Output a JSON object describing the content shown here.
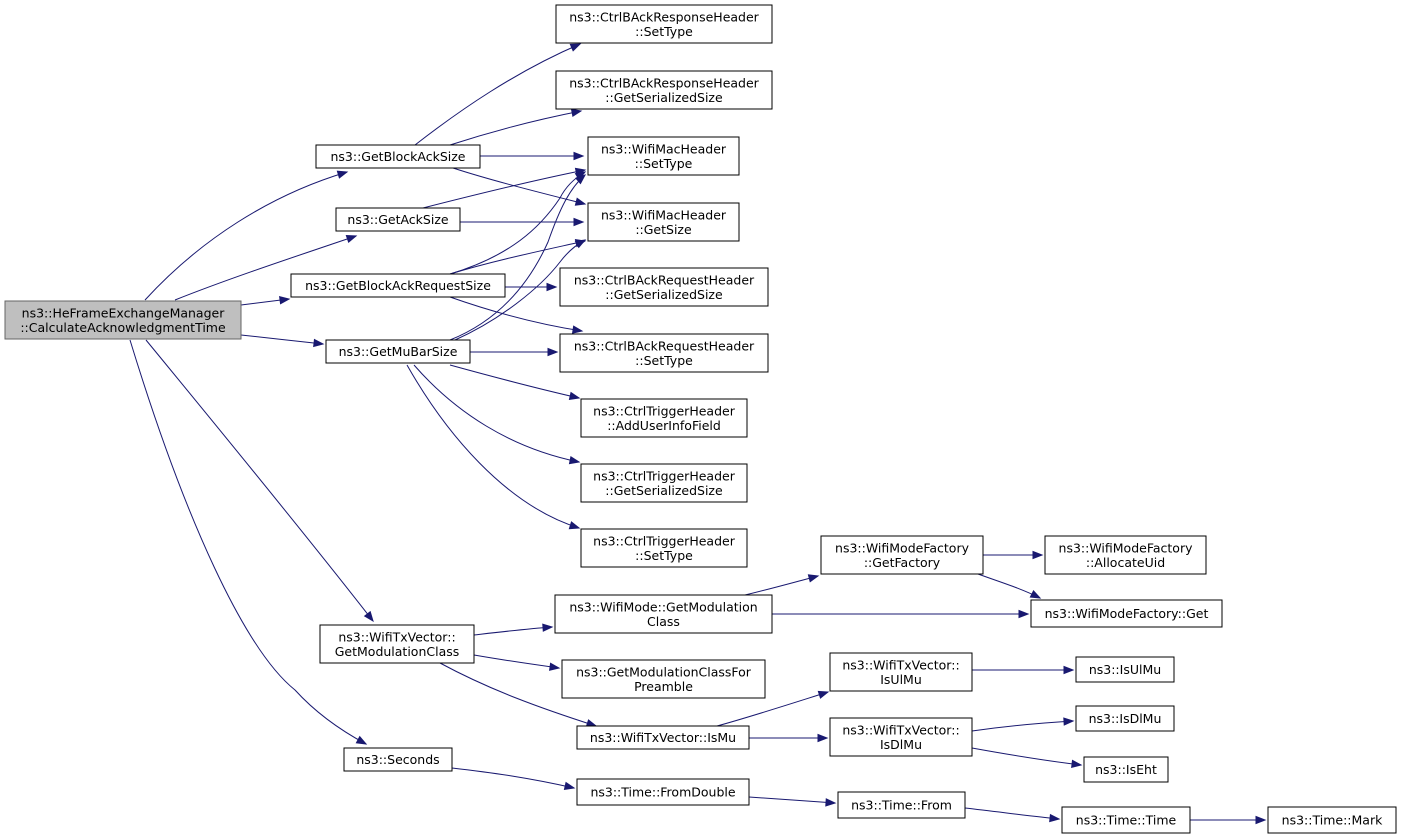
{
  "nodes": [
    {
      "id": "root",
      "lines": [
        "ns3::HeFrameExchangeManager",
        "::CalculateAcknowledgmentTime"
      ],
      "selected": true
    },
    {
      "id": "getblockacksize",
      "lines": [
        "ns3::GetBlockAckSize"
      ]
    },
    {
      "id": "getacksize",
      "lines": [
        "ns3::GetAckSize"
      ]
    },
    {
      "id": "getblockackrequestsize",
      "lines": [
        "ns3::GetBlockAckRequestSize"
      ]
    },
    {
      "id": "getmubarsize",
      "lines": [
        "ns3::GetMuBarSize"
      ]
    },
    {
      "id": "wifitxvector-getmodulationclass",
      "lines": [
        "ns3::WifiTxVector::",
        "GetModulationClass"
      ]
    },
    {
      "id": "seconds",
      "lines": [
        "ns3::Seconds"
      ]
    },
    {
      "id": "ctrlbackresp-settype",
      "lines": [
        "ns3::CtrlBAckResponseHeader",
        "::SetType"
      ]
    },
    {
      "id": "ctrlbackresp-getserializedsize",
      "lines": [
        "ns3::CtrlBAckResponseHeader",
        "::GetSerializedSize"
      ]
    },
    {
      "id": "wifimacheader-settype",
      "lines": [
        "ns3::WifiMacHeader",
        "::SetType"
      ]
    },
    {
      "id": "wifimacheader-getsize",
      "lines": [
        "ns3::WifiMacHeader",
        "::GetSize"
      ]
    },
    {
      "id": "ctrlbackreq-getserializedsize",
      "lines": [
        "ns3::CtrlBAckRequestHeader",
        "::GetSerializedSize"
      ]
    },
    {
      "id": "ctrlbackreq-settype",
      "lines": [
        "ns3::CtrlBAckRequestHeader",
        "::SetType"
      ]
    },
    {
      "id": "ctrltrigger-adduserinfofield",
      "lines": [
        "ns3::CtrlTriggerHeader",
        "::AddUserInfoField"
      ]
    },
    {
      "id": "ctrltrigger-getserializedsize",
      "lines": [
        "ns3::CtrlTriggerHeader",
        "::GetSerializedSize"
      ]
    },
    {
      "id": "ctrltrigger-settype",
      "lines": [
        "ns3::CtrlTriggerHeader",
        "::SetType"
      ]
    },
    {
      "id": "wifimode-getmodulationclass",
      "lines": [
        "ns3::WifiMode::GetModulation",
        "Class"
      ]
    },
    {
      "id": "getmodulationclassforpreamble",
      "lines": [
        "ns3::GetModulationClassFor",
        "Preamble"
      ]
    },
    {
      "id": "wifitxvector-ismu",
      "lines": [
        "ns3::WifiTxVector::IsMu"
      ]
    },
    {
      "id": "wifimodefactory-getfactory",
      "lines": [
        "ns3::WifiModeFactory",
        "::GetFactory"
      ]
    },
    {
      "id": "wifimodefactory-allocateuid",
      "lines": [
        "ns3::WifiModeFactory",
        "::AllocateUid"
      ]
    },
    {
      "id": "wifimodefactory-get",
      "lines": [
        "ns3::WifiModeFactory::Get"
      ]
    },
    {
      "id": "wifitxvector-isulmu",
      "lines": [
        "ns3::WifiTxVector::",
        "IsUlMu"
      ]
    },
    {
      "id": "wifitxvector-isdlmu",
      "lines": [
        "ns3::WifiTxVector::",
        "IsDlMu"
      ]
    },
    {
      "id": "isulmu",
      "lines": [
        "ns3::IsUlMu"
      ]
    },
    {
      "id": "isdlmu",
      "lines": [
        "ns3::IsDlMu"
      ]
    },
    {
      "id": "iseht",
      "lines": [
        "ns3::IsEht"
      ]
    },
    {
      "id": "time-fromdouble",
      "lines": [
        "ns3::Time::FromDouble"
      ]
    },
    {
      "id": "time-from",
      "lines": [
        "ns3::Time::From"
      ]
    },
    {
      "id": "time-time",
      "lines": [
        "ns3::Time::Time"
      ]
    },
    {
      "id": "time-mark",
      "lines": [
        "ns3::Time::Mark"
      ]
    }
  ],
  "edges": [
    [
      "root",
      "getblockacksize"
    ],
    [
      "root",
      "getacksize"
    ],
    [
      "root",
      "getblockackrequestsize"
    ],
    [
      "root",
      "getmubarsize"
    ],
    [
      "root",
      "wifitxvector-getmodulationclass"
    ],
    [
      "root",
      "seconds"
    ],
    [
      "getblockacksize",
      "ctrlbackresp-settype"
    ],
    [
      "getblockacksize",
      "ctrlbackresp-getserializedsize"
    ],
    [
      "getblockacksize",
      "wifimacheader-settype"
    ],
    [
      "getblockacksize",
      "wifimacheader-getsize"
    ],
    [
      "getacksize",
      "wifimacheader-settype"
    ],
    [
      "getacksize",
      "wifimacheader-getsize"
    ],
    [
      "getblockackrequestsize",
      "wifimacheader-settype"
    ],
    [
      "getblockackrequestsize",
      "wifimacheader-getsize"
    ],
    [
      "getblockackrequestsize",
      "ctrlbackreq-getserializedsize"
    ],
    [
      "getblockackrequestsize",
      "ctrlbackreq-settype"
    ],
    [
      "getmubarsize",
      "wifimacheader-settype"
    ],
    [
      "getmubarsize",
      "wifimacheader-getsize"
    ],
    [
      "getmubarsize",
      "ctrlbackreq-settype"
    ],
    [
      "getmubarsize",
      "ctrltrigger-adduserinfofield"
    ],
    [
      "getmubarsize",
      "ctrltrigger-getserializedsize"
    ],
    [
      "getmubarsize",
      "ctrltrigger-settype"
    ],
    [
      "wifitxvector-getmodulationclass",
      "wifimode-getmodulationclass"
    ],
    [
      "wifitxvector-getmodulationclass",
      "getmodulationclassforpreamble"
    ],
    [
      "wifitxvector-getmodulationclass",
      "wifitxvector-ismu"
    ],
    [
      "wifimode-getmodulationclass",
      "wifimodefactory-getfactory"
    ],
    [
      "wifimode-getmodulationclass",
      "wifimodefactory-get"
    ],
    [
      "wifimodefactory-getfactory",
      "wifimodefactory-allocateuid"
    ],
    [
      "wifimodefactory-getfactory",
      "wifimodefactory-get"
    ],
    [
      "wifitxvector-ismu",
      "wifitxvector-isulmu"
    ],
    [
      "wifitxvector-ismu",
      "wifitxvector-isdlmu"
    ],
    [
      "wifitxvector-isulmu",
      "isulmu"
    ],
    [
      "wifitxvector-isdlmu",
      "isdlmu"
    ],
    [
      "wifitxvector-isdlmu",
      "iseht"
    ],
    [
      "seconds",
      "time-fromdouble"
    ],
    [
      "time-fromdouble",
      "time-from"
    ],
    [
      "time-from",
      "time-time"
    ],
    [
      "time-time",
      "time-mark"
    ]
  ],
  "colors": {
    "edge": "#191970",
    "root_fill": "#bfbfbf",
    "root_border": "#666666",
    "node_border": "#000000"
  }
}
